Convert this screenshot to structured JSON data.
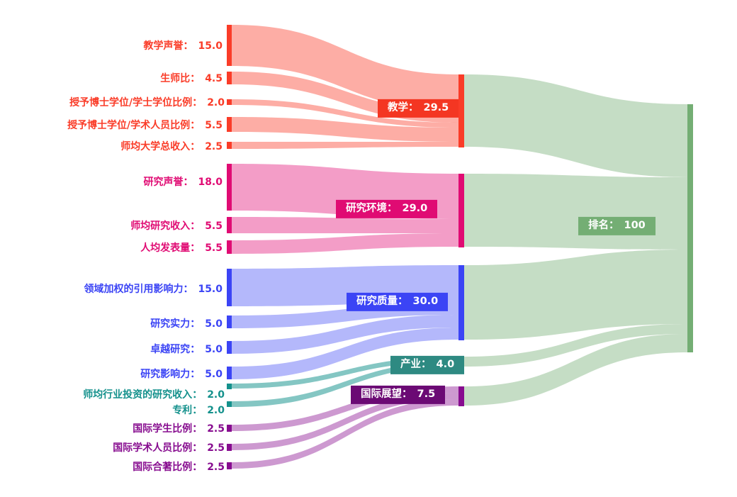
{
  "chart_data": {
    "type": "sankey",
    "title": "",
    "nodes": [
      {
        "id": "n0",
        "label": "教学声誉",
        "value": "15.0",
        "column": 0,
        "color": "#fa3c28"
      },
      {
        "id": "n1",
        "label": "生师比",
        "value": "4.5",
        "column": 0,
        "color": "#fa3c28"
      },
      {
        "id": "n2",
        "label": "授予博士学位/学士学位比例",
        "value": "2.0",
        "column": 0,
        "color": "#fa3c28"
      },
      {
        "id": "n3",
        "label": "授予博士学位/学术人员比例",
        "value": "5.5",
        "column": 0,
        "color": "#fa3c28"
      },
      {
        "id": "n4",
        "label": "师均大学总收入",
        "value": "2.5",
        "column": 0,
        "color": "#fa3c28"
      },
      {
        "id": "n5",
        "label": "研究声誉",
        "value": "18.0",
        "column": 0,
        "color": "#e00b73"
      },
      {
        "id": "n6",
        "label": "师均研究收入",
        "value": "5.5",
        "column": 0,
        "color": "#e00b73"
      },
      {
        "id": "n7",
        "label": "人均发表量",
        "value": "5.5",
        "column": 0,
        "color": "#e00b73"
      },
      {
        "id": "n8",
        "label": "领域加权的引用影响力",
        "value": "15.0",
        "column": 0,
        "color": "#3b44f5"
      },
      {
        "id": "n9",
        "label": "研究实力",
        "value": "5.0",
        "column": 0,
        "color": "#3b44f5"
      },
      {
        "id": "n10",
        "label": "卓越研究",
        "value": "5.0",
        "column": 0,
        "color": "#3b44f5"
      },
      {
        "id": "n11",
        "label": "研究影响力",
        "value": "5.0",
        "column": 0,
        "color": "#3b44f5"
      },
      {
        "id": "n12",
        "label": "师均行业投资的研究收入",
        "value": "2.0",
        "column": 0,
        "color": "#14918c"
      },
      {
        "id": "n13",
        "label": "专利",
        "value": "2.0",
        "column": 0,
        "color": "#14918c"
      },
      {
        "id": "n14",
        "label": "国际学生比例",
        "value": "2.5",
        "column": 0,
        "color": "#870c8f"
      },
      {
        "id": "n15",
        "label": "国际学术人员比例",
        "value": "2.5",
        "column": 0,
        "color": "#870c8f"
      },
      {
        "id": "n16",
        "label": "国际合著比例",
        "value": "2.5",
        "column": 0,
        "color": "#870c8f"
      },
      {
        "id": "m0",
        "label": "教学",
        "value": "29.5",
        "column": 1,
        "color": "#fa3c28"
      },
      {
        "id": "m1",
        "label": "研究环境",
        "value": "29.0",
        "column": 1,
        "color": "#e00b73"
      },
      {
        "id": "m2",
        "label": "研究质量",
        "value": "30.0",
        "column": 1,
        "color": "#3b44f5"
      },
      {
        "id": "m3",
        "label": "产业",
        "value": "4.0",
        "column": 1,
        "color": "#14918c"
      },
      {
        "id": "m4",
        "label": "国际展望",
        "value": "7.5",
        "column": 1,
        "color": "#870c8f"
      },
      {
        "id": "r0",
        "label": "排名",
        "value": "100",
        "column": 2,
        "color": "#74ae74"
      }
    ],
    "links": [
      {
        "source": "教学声誉",
        "target": "教学",
        "value": 15.0
      },
      {
        "source": "生师比",
        "target": "教学",
        "value": 4.5
      },
      {
        "source": "授予博士学位/学士学位比例",
        "target": "教学",
        "value": 2.0
      },
      {
        "source": "授予博士学位/学术人员比例",
        "target": "教学",
        "value": 5.5
      },
      {
        "source": "师均大学总收入",
        "target": "教学",
        "value": 2.5
      },
      {
        "source": "研究声誉",
        "target": "研究环境",
        "value": 18.0
      },
      {
        "source": "师均研究收入",
        "target": "研究环境",
        "value": 5.5
      },
      {
        "source": "人均发表量",
        "target": "研究环境",
        "value": 5.5
      },
      {
        "source": "领域加权的引用影响力",
        "target": "研究质量",
        "value": 15.0
      },
      {
        "source": "研究实力",
        "target": "研究质量",
        "value": 5.0
      },
      {
        "source": "卓越研究",
        "target": "研究质量",
        "value": 5.0
      },
      {
        "source": "研究影响力",
        "target": "研究质量",
        "value": 5.0
      },
      {
        "source": "师均行业投资的研究收入",
        "target": "产业",
        "value": 2.0
      },
      {
        "source": "专利",
        "target": "产业",
        "value": 2.0
      },
      {
        "source": "国际学生比例",
        "target": "国际展望",
        "value": 2.5
      },
      {
        "source": "国际学术人员比例",
        "target": "国际展望",
        "value": 2.5
      },
      {
        "source": "国际合著比例",
        "target": "国际展望",
        "value": 2.5
      },
      {
        "source": "教学",
        "target": "排名",
        "value": 29.5
      },
      {
        "source": "研究环境",
        "target": "排名",
        "value": 29.0
      },
      {
        "source": "研究质量",
        "target": "排名",
        "value": 30.0
      },
      {
        "source": "产业",
        "target": "排名",
        "value": 4.0
      },
      {
        "source": "国际展望",
        "target": "排名",
        "value": 7.5
      }
    ],
    "colors": {
      "teaching": "#fa3c28",
      "research_env": "#e00b73",
      "research_quality": "#3b44f5",
      "industry": "#14918c",
      "international": "#870c8f",
      "ranking": "#74ae74"
    },
    "separator": "：",
    "units": ""
  }
}
